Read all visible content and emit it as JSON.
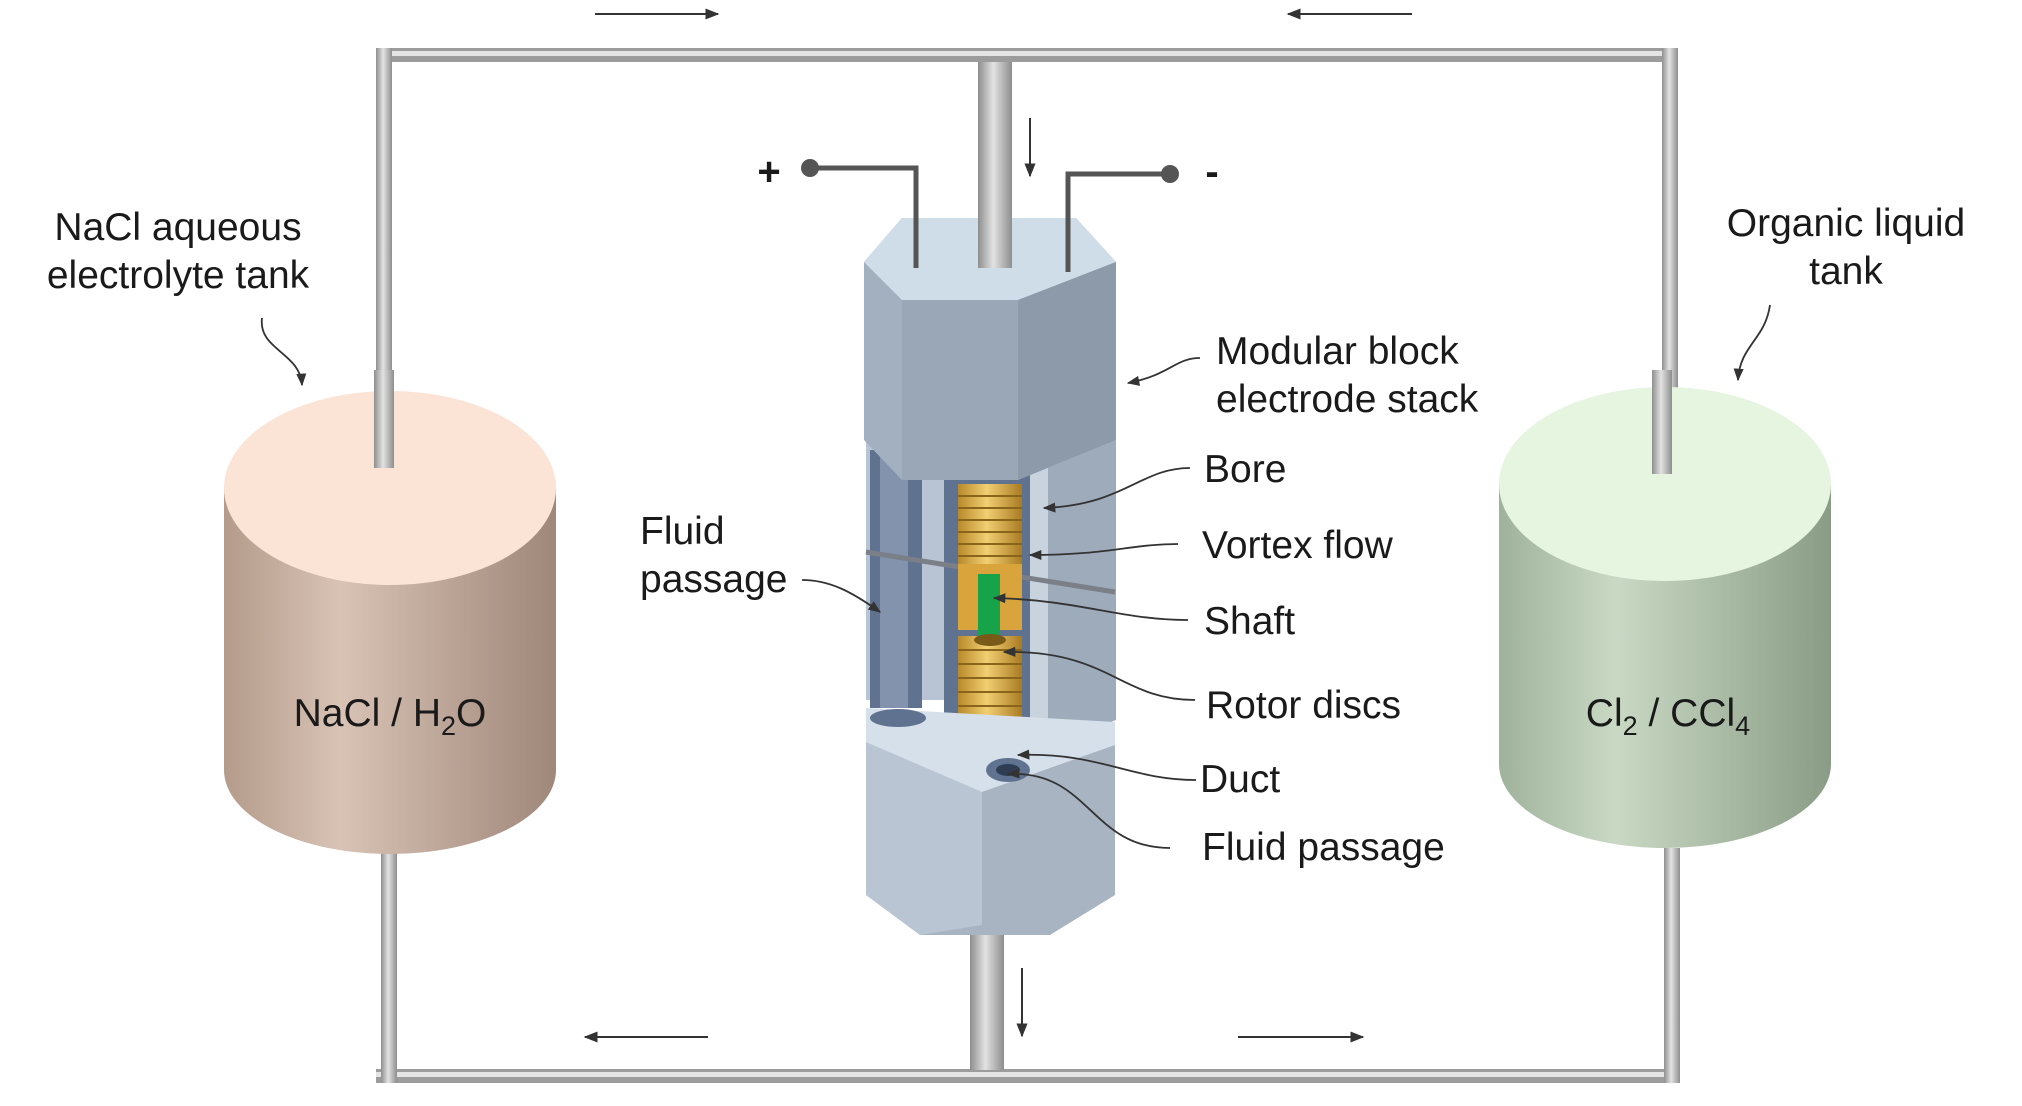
{
  "labels": {
    "left_tank_line1": "NaCl aqueous",
    "left_tank_line2": "electrolyte tank",
    "right_tank_line1": "Organic liquid",
    "right_tank_line2": "tank",
    "stack_line1": "Modular block",
    "stack_line2": "electrode stack",
    "bore": "Bore",
    "vortex_flow": "Vortex flow",
    "shaft": "Shaft",
    "rotor_discs": "Rotor discs",
    "duct": "Duct",
    "fluid_passage_bottom": "Fluid passage",
    "fluid_passage_left_line1": "Fluid",
    "fluid_passage_left_line2": "passage",
    "plus": "+",
    "minus": "-"
  },
  "formulas": {
    "left": {
      "a": "NaCl / H",
      "sub1": "2",
      "b": "O"
    },
    "right": {
      "a": "Cl",
      "sub1": "2",
      "b": " / CCl",
      "sub2": "4"
    }
  },
  "colors": {
    "pipe": "#b5b5b5",
    "left_tank_top": "#fbe3d6",
    "left_tank_body": "#c9b3a4",
    "right_tank_top": "#e6f5e0",
    "right_tank_body": "#b7c9b2",
    "stack_body": "#a8b4c2",
    "stack_top": "#ccdbe6",
    "rotor": "#e3b64a",
    "shaft": "#17a34a"
  }
}
